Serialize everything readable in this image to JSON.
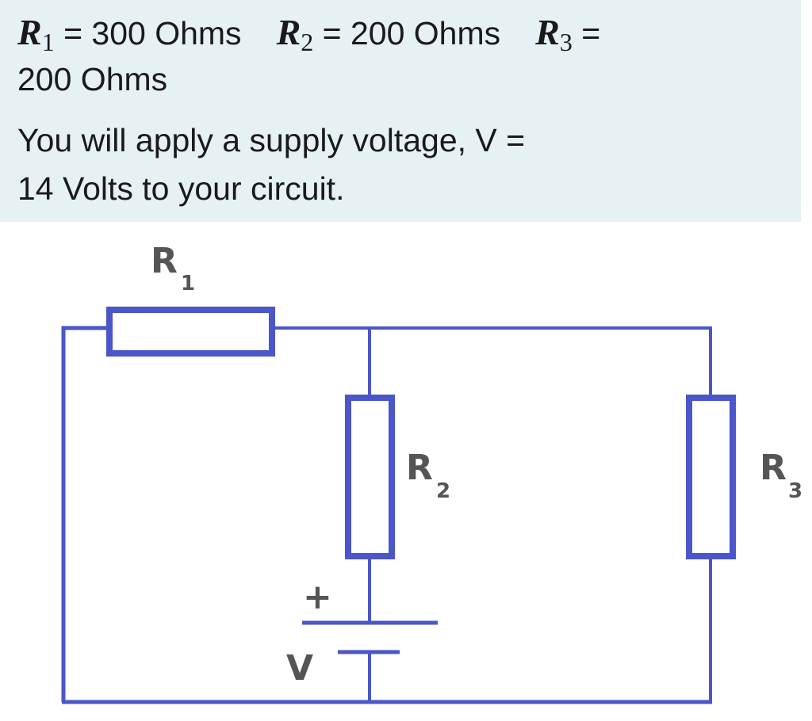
{
  "problem": {
    "line1": {
      "r1_symbol": "R",
      "r1_sub": "1",
      "r1_value": " = 300 Ohms",
      "r2_symbol": "R",
      "r2_sub": "2",
      "r2_value": " = 200 Ohms",
      "r3_symbol": "R",
      "r3_sub": "3",
      "r3_eq": " ="
    },
    "line2": "200 Ohms",
    "line3": "You will apply a supply voltage, V =",
    "line4": "14 Volts to your circuit."
  },
  "diagram": {
    "r1_label": "R",
    "r1_sub": "1",
    "r2_label": "R",
    "r2_sub": "2",
    "r3_label": "R",
    "r3_sub": "3",
    "plus_sign": "+",
    "voltage_label": "V",
    "wire_color": "#4a56c9",
    "label_color": "#555555"
  }
}
